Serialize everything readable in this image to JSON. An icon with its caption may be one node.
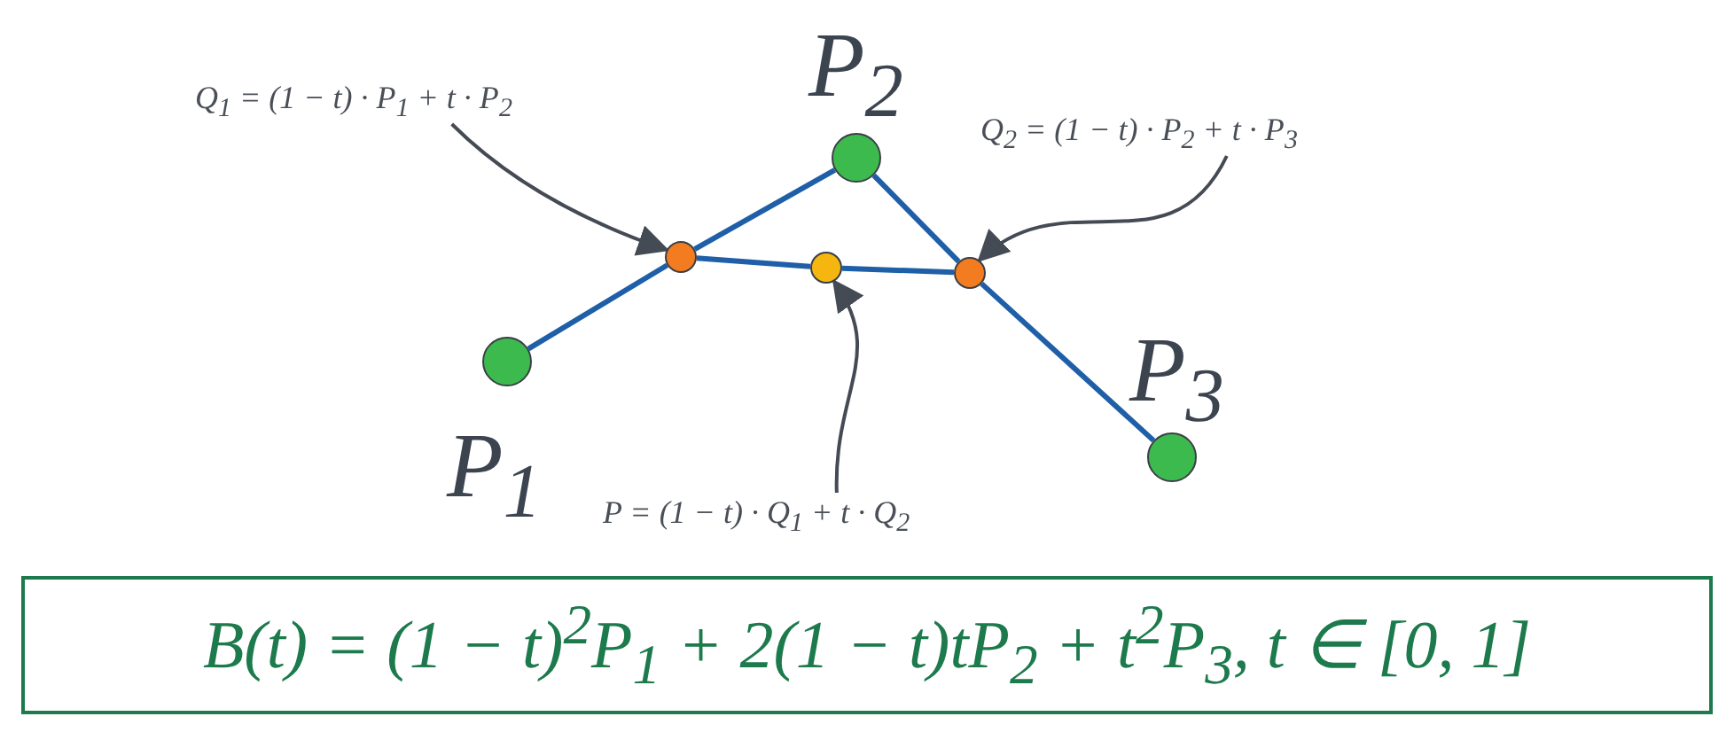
{
  "diagram": {
    "nodes": [
      {
        "text": [
          "Q$_{1}$ = (1 − t) · P$_{1}$ + t · P$_{2}$"
        ]
      },
      {
        "text": [],
        "shape": "circle",
        "beside": [
          "P$_{2}$"
        ]
      },
      {
        "text": [
          "Q$_{2}$ = (1 − t) · P$_{2}$ + t · P$_{3}$"
        ]
      },
      {
        "text": [],
        "shape": "circle"
      },
      {
        "text": [],
        "shape": "circle"
      },
      {
        "text": [],
        "shape": "circle"
      },
      {
        "text": [],
        "shape": "circle",
        "beside": [
          "P$_{1}$"
        ]
      },
      {
        "text": [],
        "shape": "circle",
        "beside": [
          "P$_{3}$"
        ]
      },
      {
        "text": [
          "P = (1 − t) · Q$_{1}$ + t · Q$_{2}$"
        ]
      },
      {
        "text": [
          "B(t) = (1 − t)$^{2}$P$_{1}$ + 2(1 − t)tP$_{2}$ + t$^{2}$P$_{3}$, t ∈ [0, 1]"
        ]
      }
    ],
    "edges": [
      {
        "from": 6,
        "to": 3,
        "arrow": "none"
      },
      {
        "from": 3,
        "to": 1,
        "arrow": "none"
      },
      {
        "from": 1,
        "to": 5,
        "arrow": "none"
      },
      {
        "from": 5,
        "to": 7,
        "arrow": "none"
      },
      {
        "from": 3,
        "to": 4,
        "arrow": "none"
      },
      {
        "from": 4,
        "to": 5,
        "arrow": "none"
      },
      {
        "from": 0,
        "to": 3,
        "arrow": "to",
        "color": "#454b55"
      },
      {
        "from": 2,
        "to": 5,
        "arrow": "to",
        "color": "#454b55"
      },
      {
        "from": 8,
        "to": 4,
        "arrow": "to",
        "color": "#454b55"
      }
    ]
  }
}
